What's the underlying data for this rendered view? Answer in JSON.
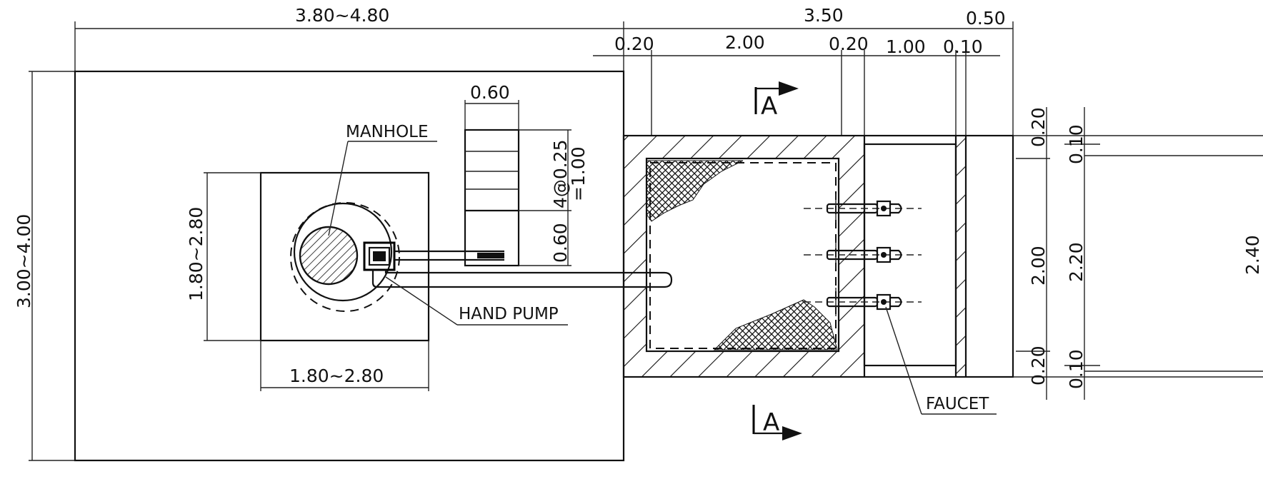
{
  "dimensions": {
    "top_total_left": "3.80~4.80",
    "top_total_right": "3.50",
    "top_end": "0.50",
    "seg_0_20_a": "0.20",
    "seg_2_00": "2.00",
    "seg_0_20_b": "0.20",
    "seg_1_00": "1.00",
    "seg_0_10": "0.10",
    "pad_width": "0.60",
    "rungs": "4@0.25",
    "rungs_total": "=1.00",
    "pad_lower": "0.60",
    "left_height": "3.00~4.00",
    "slab_height": "1.80~2.80",
    "slab_width": "1.80~2.80",
    "right_0_20_top": "0.20",
    "right_2_00": "2.00",
    "right_0_20_bottom": "0.20",
    "right_0_10_top": "0.10",
    "right_2_20": "2.20",
    "right_0_10_bottom": "0.10",
    "right_2_40": "2.40"
  },
  "labels": {
    "manhole": "MANHOLE",
    "hand_pump": "HAND PUMP",
    "faucet": "FAUCET",
    "section_top": "A",
    "section_bottom": "A"
  }
}
